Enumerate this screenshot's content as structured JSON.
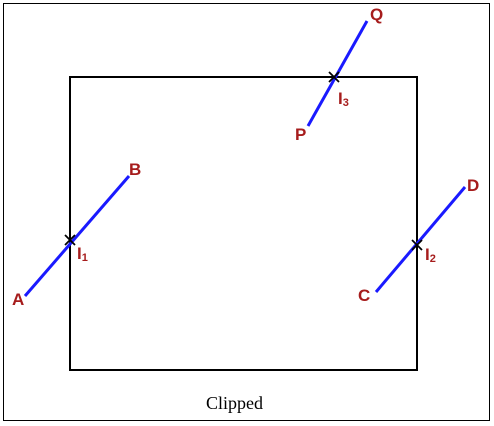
{
  "colors": {
    "segment": "#1a1aff",
    "label": "#a61c1c",
    "frame": "#000000",
    "caption": "#000000"
  },
  "points": {
    "A": "A",
    "B": "B",
    "C": "C",
    "D": "D",
    "P": "P",
    "Q": "Q"
  },
  "intersections": {
    "i1": {
      "letter": "I",
      "index": "1"
    },
    "i2": {
      "letter": "I",
      "index": "2"
    },
    "i3": {
      "letter": "I",
      "index": "3"
    }
  },
  "caption": "Clipped"
}
